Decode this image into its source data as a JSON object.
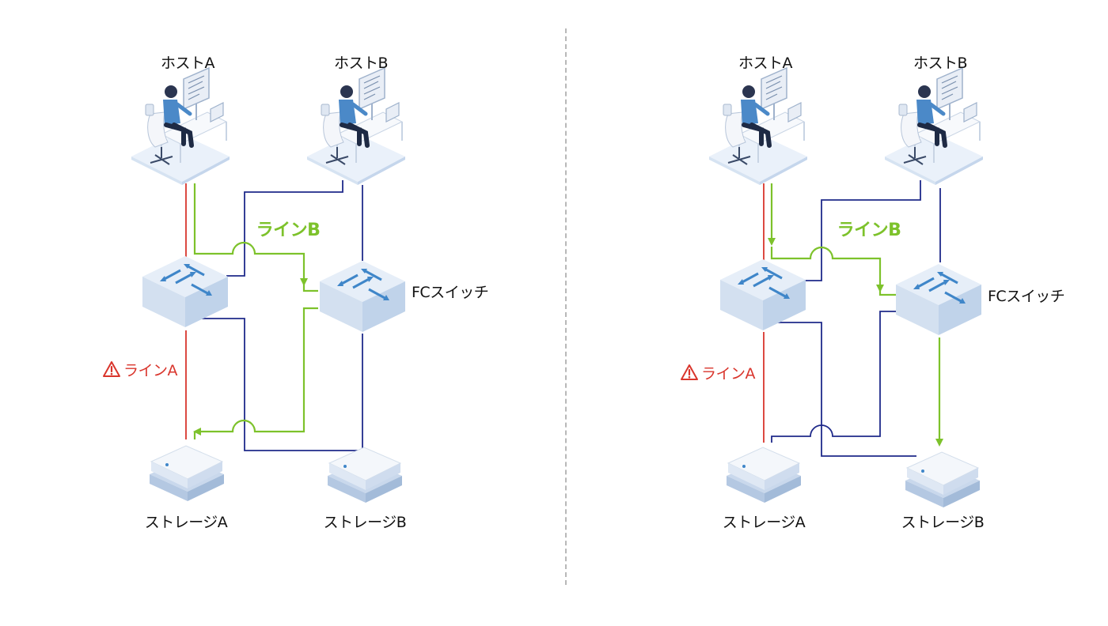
{
  "panels": [
    {
      "host_a": "ホストA",
      "host_b": "ホストB",
      "switch_label": "FCスイッチ",
      "line_b": "ラインB",
      "line_a": "ラインA",
      "storage_a": "ストレージA",
      "storage_b": "ストレージB"
    },
    {
      "host_a": "ホストA",
      "host_b": "ホストB",
      "switch_label": "FCスイッチ",
      "line_b": "ラインB",
      "line_a": "ラインA",
      "storage_a": "ストレージA",
      "storage_b": "ストレージB"
    }
  ],
  "colors": {
    "line_a": "#d9352c",
    "line_b": "#7dc22b",
    "wiring": "#1f2a8a",
    "divider": "#b8b8b8"
  },
  "icons": [
    "host-workstation-icon",
    "fc-switch-icon",
    "storage-icon",
    "warning-icon"
  ]
}
